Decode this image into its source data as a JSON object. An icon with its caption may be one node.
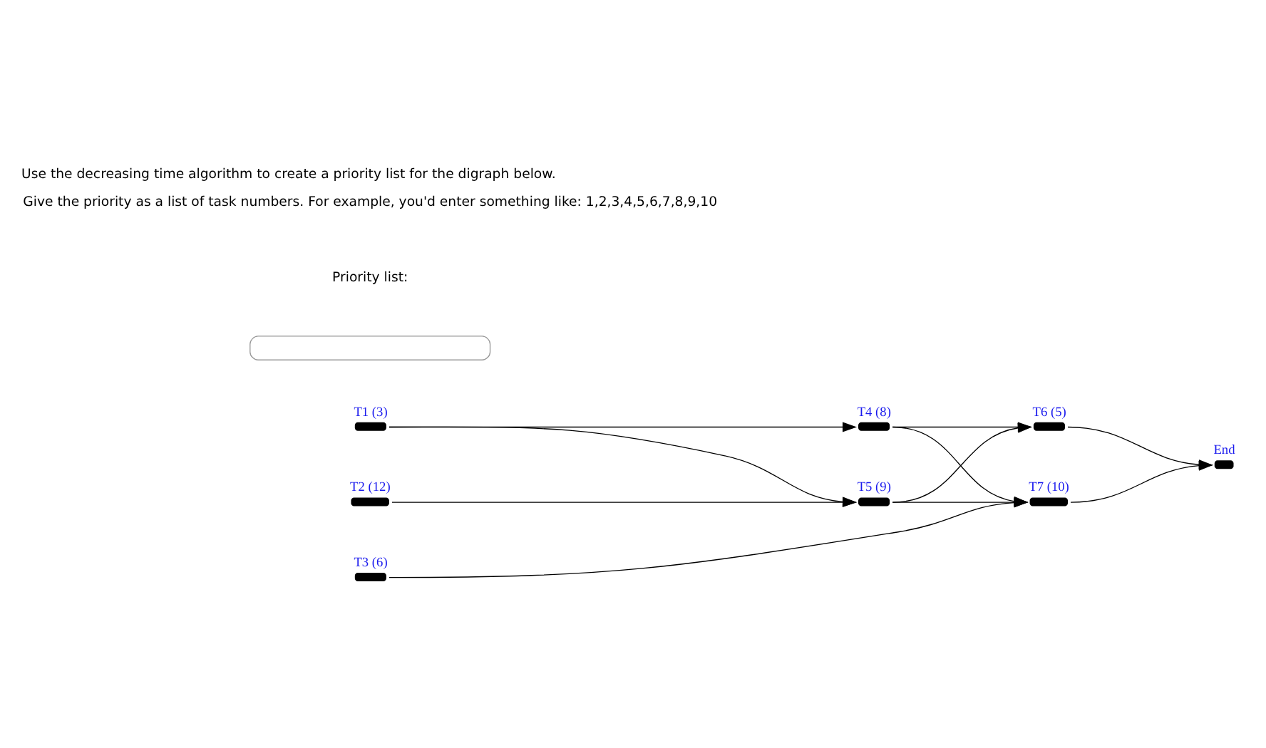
{
  "diagram": {
    "title": "Use the decreasing time algorithm to create a priority list for the digraph below.",
    "nodes": [
      {
        "text": [
          "T1 (3)"
        ]
      },
      {
        "text": [
          "T4 (8)"
        ]
      },
      {
        "text": [
          "T6 (5)"
        ]
      },
      {
        "text": [
          "End"
        ]
      },
      {
        "text": [
          "T2 (12)"
        ]
      },
      {
        "text": [
          "T5 (9)"
        ]
      },
      {
        "text": [
          "T7 (10)"
        ]
      },
      {
        "text": [
          "T3 (6)"
        ]
      },
      {
        "text": [],
        "shape": "box"
      }
    ],
    "edges": [
      {
        "from": 0,
        "to": 1,
        "arrow": "to"
      },
      {
        "from": 0,
        "to": 5,
        "arrow": "to"
      },
      {
        "from": 4,
        "to": 5,
        "arrow": "to"
      },
      {
        "from": 1,
        "to": 2,
        "arrow": "to"
      },
      {
        "from": 1,
        "to": 6,
        "arrow": "to"
      },
      {
        "from": 5,
        "to": 2,
        "arrow": "to"
      },
      {
        "from": 5,
        "to": 6,
        "arrow": "to"
      },
      {
        "from": 7,
        "to": 6,
        "arrow": "to"
      },
      {
        "from": 2,
        "to": 3,
        "arrow": "to"
      },
      {
        "from": 6,
        "to": 3,
        "arrow": "to"
      }
    ],
    "labels": [
      "Priority list:",
      "Give the priority as a list of task numbers. For example, you'd enter something like: 1,2,3,4,5,6,7,8,9,10"
    ]
  }
}
